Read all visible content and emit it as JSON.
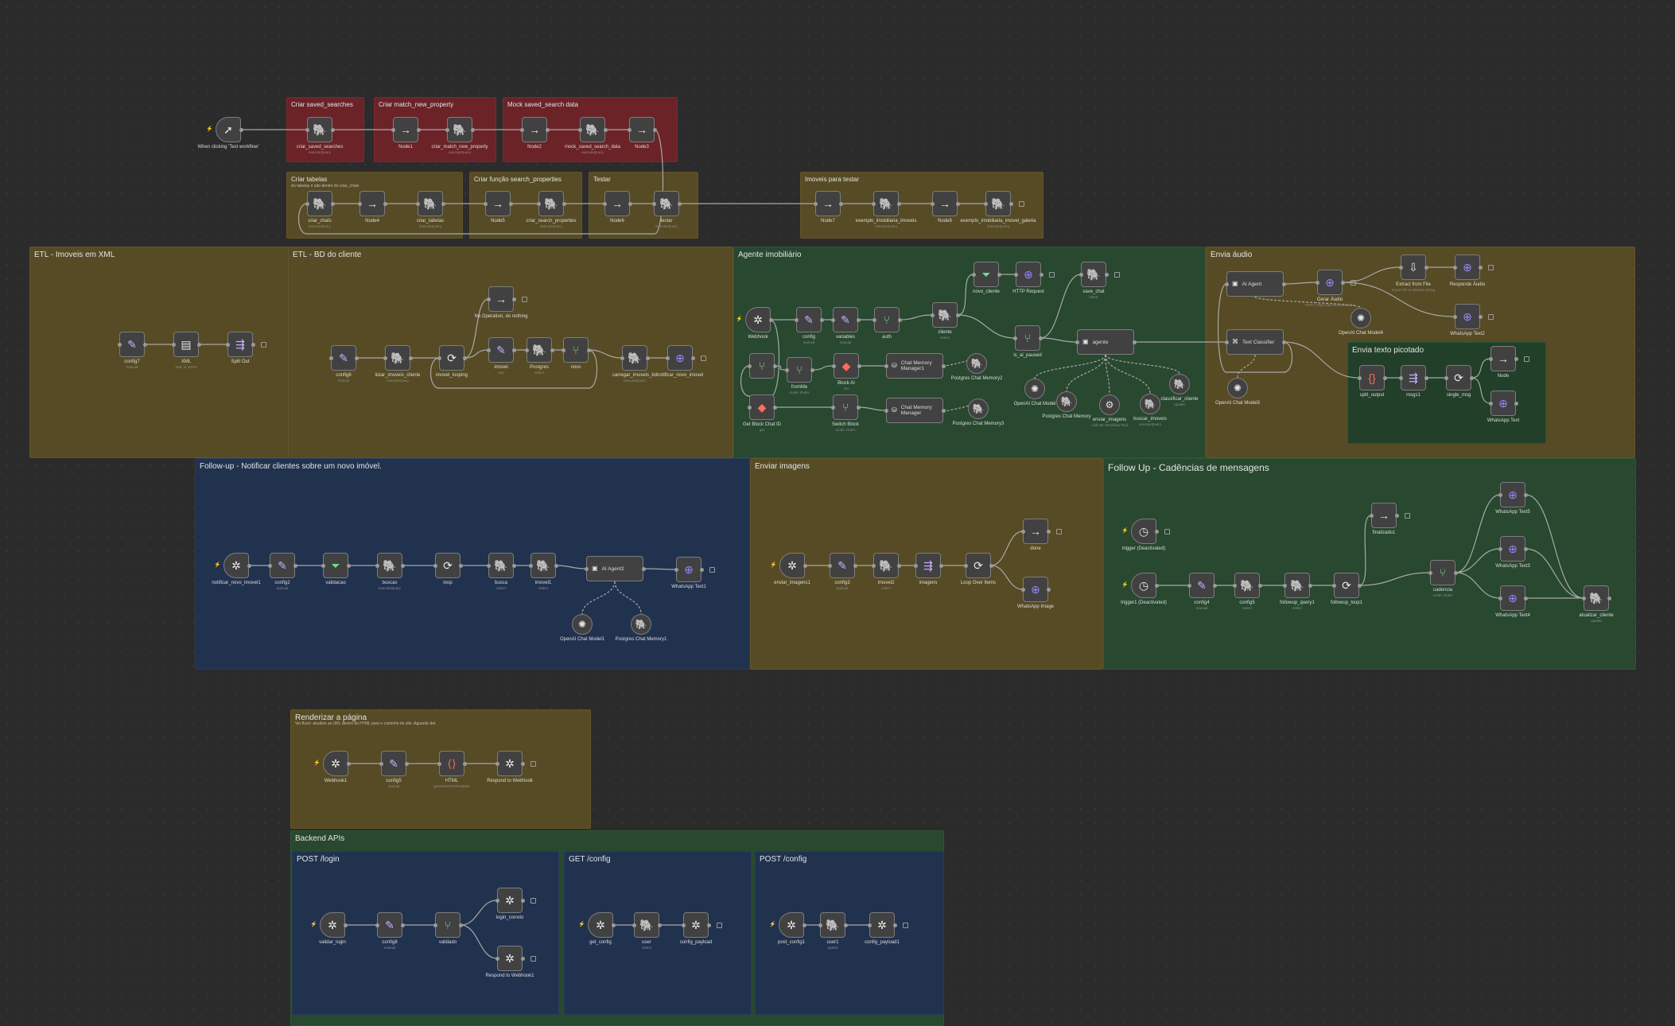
{
  "groups": [
    {
      "id": "g-criar-saved-searches",
      "title": "Criar saved_searches",
      "subtitle": "",
      "color": "red"
    },
    {
      "id": "g-criar-match",
      "title": "Criar match_new_property",
      "subtitle": "",
      "color": "red"
    },
    {
      "id": "g-mock-saved",
      "title": "Mock saved_search data",
      "subtitle": "",
      "color": "red"
    },
    {
      "id": "g-criar-tabelas",
      "title": "Criar tabelas",
      "subtitle": "As tabelas é são dentro do criar_chats",
      "color": "yellow"
    },
    {
      "id": "g-criar-funcao",
      "title": "Criar função search_properties",
      "subtitle": "",
      "color": "yellow"
    },
    {
      "id": "g-testar",
      "title": "Testar",
      "subtitle": "",
      "color": "yellow"
    },
    {
      "id": "g-imoveis-testar",
      "title": "Imoveis para testar",
      "subtitle": "",
      "color": "yellow"
    },
    {
      "id": "g-etl-xml",
      "title": "ETL - Imoveis em XML",
      "subtitle": "",
      "color": "yellow"
    },
    {
      "id": "g-etl-bd",
      "title": "ETL - BD do cliente",
      "subtitle": "",
      "color": "yellow"
    },
    {
      "id": "g-agente",
      "title": "Agente imobiliário",
      "subtitle": "",
      "color": "green"
    },
    {
      "id": "g-envia-audio",
      "title": "Envia áudio",
      "subtitle": "",
      "color": "yellow"
    },
    {
      "id": "g-envia-texto",
      "title": "Envia texto picotado",
      "subtitle": "",
      "color": "green"
    },
    {
      "id": "g-followup",
      "title": "Follow-up - Notificar clientes sobre um novo imóvel.",
      "subtitle": "",
      "color": "blue"
    },
    {
      "id": "g-enviar-imagens",
      "title": "Enviar imagens",
      "subtitle": "",
      "color": "yellow"
    },
    {
      "id": "g-followup-cad",
      "title": "Follow Up - Cadências de mensagens",
      "subtitle": "",
      "color": "green"
    },
    {
      "id": "g-renderizar",
      "title": "Renderizar a página",
      "subtitle": "Ver fluxo: atualize as URL dentro do HTML para o caminho do site. Aguarde del.",
      "color": "yellow"
    },
    {
      "id": "g-backend",
      "title": "Backend APIs",
      "subtitle": "",
      "color": "green"
    },
    {
      "id": "g-post-login",
      "title": "POST /login",
      "subtitle": "",
      "color": "blue"
    },
    {
      "id": "g-get-config",
      "title": "GET /config",
      "subtitle": "",
      "color": "blue"
    },
    {
      "id": "g-post-config",
      "title": "POST /config",
      "subtitle": "",
      "color": "blue"
    }
  ],
  "nodes": [
    {
      "id": "n1",
      "label": "When clicking 'Test workflow'",
      "sub": "",
      "icon": "cursor-icon",
      "kind": "round"
    },
    {
      "id": "n2",
      "label": "criar_saved_searches",
      "sub": "executeQuery",
      "icon": "postgres-icon"
    },
    {
      "id": "n3",
      "label": "Node1",
      "sub": "",
      "icon": "arrow-right-icon"
    },
    {
      "id": "n4",
      "label": "criar_match_new_property",
      "sub": "executeQuery",
      "icon": "postgres-icon"
    },
    {
      "id": "n5",
      "label": "Node2",
      "sub": "",
      "icon": "arrow-right-icon"
    },
    {
      "id": "n6",
      "label": "mock_saved_search_data",
      "sub": "executeQuery",
      "icon": "postgres-icon"
    },
    {
      "id": "n7",
      "label": "Node3",
      "sub": "",
      "icon": "arrow-right-icon"
    },
    {
      "id": "n8",
      "label": "criar_chats",
      "sub": "executeQuery",
      "icon": "postgres-icon"
    },
    {
      "id": "n9",
      "label": "Node4",
      "sub": "",
      "icon": "arrow-right-icon"
    },
    {
      "id": "n10",
      "label": "criar_tabelas",
      "sub": "executeQuery",
      "icon": "postgres-icon"
    },
    {
      "id": "n11",
      "label": "Node5",
      "sub": "",
      "icon": "arrow-right-icon"
    },
    {
      "id": "n12",
      "label": "criar_search_properties",
      "sub": "executeQuery",
      "icon": "postgres-icon"
    },
    {
      "id": "n13",
      "label": "Node6",
      "sub": "",
      "icon": "arrow-right-icon"
    },
    {
      "id": "n14",
      "label": "testar",
      "sub": "executeQuery",
      "icon": "postgres-icon"
    },
    {
      "id": "n15",
      "label": "Node7",
      "sub": "",
      "icon": "arrow-right-icon"
    },
    {
      "id": "n16",
      "label": "exemplo_imobiliaria_imoveis",
      "sub": "executeQuery",
      "icon": "postgres-icon"
    },
    {
      "id": "n17",
      "label": "Node8",
      "sub": "",
      "icon": "arrow-right-icon"
    },
    {
      "id": "n18",
      "label": "exemplo_imobiliaria_imovel_galeria",
      "sub": "executeQuery",
      "icon": "postgres-icon"
    },
    {
      "id": "n19",
      "label": "config7",
      "sub": "manual",
      "icon": "pencil-icon"
    },
    {
      "id": "n20",
      "label": "XML",
      "sub": "XML to JSON",
      "icon": "file-icon"
    },
    {
      "id": "n21",
      "label": "Split Out",
      "sub": "",
      "icon": "split-icon"
    },
    {
      "id": "n22",
      "label": "config6",
      "sub": "manual",
      "icon": "pencil-icon"
    },
    {
      "id": "n23",
      "label": "listar_imoveis_cliente",
      "sub": "executeQuery",
      "icon": "postgres-icon"
    },
    {
      "id": "n24",
      "label": "imovel_looping",
      "sub": "",
      "icon": "loop-icon"
    },
    {
      "id": "n25",
      "label": "No Operation, do nothing",
      "sub": "",
      "icon": "arrow-right-icon"
    },
    {
      "id": "n26",
      "label": "imovel",
      "sub": "raw",
      "icon": "pencil-icon"
    },
    {
      "id": "n27",
      "label": "Postgres",
      "sub": "select",
      "icon": "postgres-icon"
    },
    {
      "id": "n28",
      "label": "novo",
      "sub": "",
      "icon": "switch-icon"
    },
    {
      "id": "n29",
      "label": "carregar_imoveis_bd",
      "sub": "executeQuery",
      "icon": "postgres-icon"
    },
    {
      "id": "n30",
      "label": "notificar_novo_imovel",
      "sub": "",
      "icon": "globe-icon"
    },
    {
      "id": "n31",
      "label": "Webhook",
      "sub": "",
      "icon": "webhook-icon",
      "kind": "round"
    },
    {
      "id": "n32",
      "label": "config",
      "sub": "manual",
      "icon": "pencil-icon"
    },
    {
      "id": "n33",
      "label": "variables",
      "sub": "manual",
      "icon": "pencil-icon"
    },
    {
      "id": "n34",
      "label": "auth",
      "sub": "",
      "icon": "switch-icon"
    },
    {
      "id": "n35",
      "label": "cliente",
      "sub": "select",
      "icon": "postgres-icon"
    },
    {
      "id": "n36",
      "label": "novo_cliente",
      "sub": "",
      "icon": "filter-icon"
    },
    {
      "id": "n37",
      "label": "HTTP Request",
      "sub": "",
      "icon": "globe-icon"
    },
    {
      "id": "n38",
      "label": "save_chat",
      "sub": "insert",
      "icon": "postgres-icon"
    },
    {
      "id": "n39",
      "label": "is_ai_paused",
      "sub": "",
      "icon": "switch-icon"
    },
    {
      "id": "n40",
      "label": "agente",
      "sub": "",
      "icon": "robot-icon",
      "kind": "wide"
    },
    {
      "id": "n41",
      "label": "",
      "sub": "",
      "icon": "switch-icon"
    },
    {
      "id": "n42",
      "label": "fromMe",
      "sub": "mode: Rules",
      "icon": "switch-icon"
    },
    {
      "id": "n43",
      "label": "Block AI",
      "sub": "set",
      "icon": "redis-icon"
    },
    {
      "id": "n44",
      "label": "Chat Memory Manager1",
      "sub": "",
      "icon": "database-icon",
      "kind": "wide"
    },
    {
      "id": "n45",
      "label": "Postgres Chat Memory2",
      "sub": "",
      "icon": "postgres-icon",
      "kind": "circle"
    },
    {
      "id": "n46",
      "label": "Get Block Chat ID",
      "sub": "get",
      "icon": "redis-icon"
    },
    {
      "id": "n47",
      "label": "Switch Block",
      "sub": "mode: Rules",
      "icon": "switch-icon"
    },
    {
      "id": "n48",
      "label": "Chat Memory Manager",
      "sub": "",
      "icon": "database-icon",
      "kind": "wide"
    },
    {
      "id": "n49",
      "label": "Postgres Chat Memory3",
      "sub": "",
      "icon": "postgres-icon",
      "kind": "circle"
    },
    {
      "id": "n50",
      "label": "OpenAI Chat Model",
      "sub": "",
      "icon": "openai-icon",
      "kind": "circle"
    },
    {
      "id": "n51",
      "label": "Postgres Chat Memory",
      "sub": "",
      "icon": "postgres-icon",
      "kind": "circle"
    },
    {
      "id": "n52",
      "label": "enviar_imagens",
      "sub": "Call n8n Workflow Tool",
      "icon": "tool-icon",
      "kind": "circle"
    },
    {
      "id": "n53",
      "label": "buscar_imoveis",
      "sub": "executeQuery",
      "icon": "postgres-icon",
      "kind": "circle"
    },
    {
      "id": "n54",
      "label": "classificar_cliente",
      "sub": "update",
      "icon": "postgres-icon",
      "kind": "circle"
    },
    {
      "id": "n55",
      "label": "AI Agent",
      "sub": "",
      "icon": "robot-icon",
      "kind": "wide"
    },
    {
      "id": "n56",
      "label": "Gerar Áudio",
      "sub": "POST: https://api.elevenlabs.io/",
      "icon": "globe-icon"
    },
    {
      "id": "n57",
      "label": "OpenAI Chat Model4",
      "sub": "",
      "icon": "openai-icon",
      "kind": "circle"
    },
    {
      "id": "n58",
      "label": "Extract from File",
      "sub": "Move File to Base64 String",
      "icon": "extract-icon"
    },
    {
      "id": "n59",
      "label": "Responde Áudio",
      "sub": "",
      "icon": "globe-icon"
    },
    {
      "id": "n60",
      "label": "WhatsApp Text2",
      "sub": "",
      "icon": "globe-icon"
    },
    {
      "id": "n61",
      "label": "Text Classifier",
      "sub": "",
      "icon": "classifier-icon",
      "kind": "wide"
    },
    {
      "id": "n62",
      "label": "OpenAI Chat Model3",
      "sub": "",
      "icon": "openai-icon",
      "kind": "circle"
    },
    {
      "id": "n63",
      "label": "split_output",
      "sub": "",
      "icon": "code-icon"
    },
    {
      "id": "n64",
      "label": "msgs1",
      "sub": "",
      "icon": "split-icon"
    },
    {
      "id": "n65",
      "label": "single_msg",
      "sub": "",
      "icon": "loop-icon"
    },
    {
      "id": "n66",
      "label": "Node",
      "sub": "",
      "icon": "arrow-right-icon"
    },
    {
      "id": "n67",
      "label": "WhatsApp Text",
      "sub": "",
      "icon": "globe-icon"
    },
    {
      "id": "n68",
      "label": "notificar_novo_imovel1",
      "sub": "",
      "icon": "webhook-icon",
      "kind": "round"
    },
    {
      "id": "n69",
      "label": "config2",
      "sub": "manual",
      "icon": "pencil-icon"
    },
    {
      "id": "n70",
      "label": "validacao",
      "sub": "",
      "icon": "filter-icon"
    },
    {
      "id": "n71",
      "label": "buscas",
      "sub": "executeQuery",
      "icon": "postgres-icon"
    },
    {
      "id": "n72",
      "label": "loop",
      "sub": "",
      "icon": "loop-icon"
    },
    {
      "id": "n73",
      "label": "busca",
      "sub": "select",
      "icon": "postgres-icon"
    },
    {
      "id": "n74",
      "label": "imovel1",
      "sub": "select",
      "icon": "postgres-icon"
    },
    {
      "id": "n75",
      "label": "AI Agent2",
      "sub": "",
      "icon": "robot-icon",
      "kind": "wide"
    },
    {
      "id": "n76",
      "label": "WhatsApp Text1",
      "sub": "",
      "icon": "globe-icon"
    },
    {
      "id": "n77",
      "label": "OpenAI Chat Model1",
      "sub": "",
      "icon": "openai-icon",
      "kind": "circle"
    },
    {
      "id": "n78",
      "label": "Postgres Chat Memory1",
      "sub": "",
      "icon": "postgres-icon",
      "kind": "circle"
    },
    {
      "id": "n79",
      "label": "enviar_imagens1",
      "sub": "",
      "icon": "webhook-icon",
      "kind": "round"
    },
    {
      "id": "n80",
      "label": "config3",
      "sub": "manual",
      "icon": "pencil-icon"
    },
    {
      "id": "n81",
      "label": "imovel2",
      "sub": "select",
      "icon": "postgres-icon"
    },
    {
      "id": "n82",
      "label": "imagens",
      "sub": "",
      "icon": "split-icon"
    },
    {
      "id": "n83",
      "label": "Loop Over Items",
      "sub": "",
      "icon": "loop-icon"
    },
    {
      "id": "n84",
      "label": "done",
      "sub": "",
      "icon": "arrow-right-icon"
    },
    {
      "id": "n85",
      "label": "WhatsApp Image",
      "sub": "",
      "icon": "globe-icon"
    },
    {
      "id": "n86",
      "label": "trigger (Deactivated)",
      "sub": "",
      "icon": "clock-icon",
      "kind": "round"
    },
    {
      "id": "n87",
      "label": "trigger1 (Deactivated)",
      "sub": "",
      "icon": "clock-icon",
      "kind": "round"
    },
    {
      "id": "n88",
      "label": "config4",
      "sub": "manual",
      "icon": "pencil-icon"
    },
    {
      "id": "n89",
      "label": "config5",
      "sub": "select",
      "icon": "postgres-icon"
    },
    {
      "id": "n90",
      "label": "followup_query1",
      "sub": "select",
      "icon": "postgres-icon"
    },
    {
      "id": "n91",
      "label": "followup_loop1",
      "sub": "",
      "icon": "loop-icon"
    },
    {
      "id": "n92",
      "label": "finalizado1",
      "sub": "",
      "icon": "arrow-right-icon"
    },
    {
      "id": "n93",
      "label": "cadencia",
      "sub": "mode: Rules",
      "icon": "switch-icon"
    },
    {
      "id": "n94",
      "label": "WhatsApp Text5",
      "sub": "",
      "icon": "globe-icon"
    },
    {
      "id": "n95",
      "label": "WhatsApp Text3",
      "sub": "",
      "icon": "globe-icon"
    },
    {
      "id": "n96",
      "label": "WhatsApp Text4",
      "sub": "",
      "icon": "globe-icon"
    },
    {
      "id": "n97",
      "label": "atualizar_cliente",
      "sub": "update",
      "icon": "postgres-icon"
    },
    {
      "id": "n98",
      "label": "Webhook1",
      "sub": "",
      "icon": "webhook-icon",
      "kind": "round"
    },
    {
      "id": "n99",
      "label": "config5",
      "sub": "manual",
      "icon": "pencil-icon"
    },
    {
      "id": "n100",
      "label": "HTML",
      "sub": "generateHtmlTemplate",
      "icon": "html-icon"
    },
    {
      "id": "n101",
      "label": "Respond to Webhook",
      "sub": "",
      "icon": "webhook-icon"
    },
    {
      "id": "n102",
      "label": "validar_login",
      "sub": "",
      "icon": "webhook-icon",
      "kind": "round"
    },
    {
      "id": "n103",
      "label": "config8",
      "sub": "manual",
      "icon": "pencil-icon"
    },
    {
      "id": "n104",
      "label": "validado",
      "sub": "",
      "icon": "switch-icon"
    },
    {
      "id": "n105",
      "label": "login_correto",
      "sub": "",
      "icon": "webhook-icon"
    },
    {
      "id": "n106",
      "label": "Respond to Webhook1",
      "sub": "",
      "icon": "webhook-icon"
    },
    {
      "id": "n107",
      "label": "get_config",
      "sub": "",
      "icon": "webhook-icon",
      "kind": "round"
    },
    {
      "id": "n108",
      "label": "user",
      "sub": "select",
      "icon": "postgres-icon"
    },
    {
      "id": "n109",
      "label": "config_payload",
      "sub": "",
      "icon": "webhook-icon"
    },
    {
      "id": "n110",
      "label": "post_config1",
      "sub": "",
      "icon": "webhook-icon",
      "kind": "round"
    },
    {
      "id": "n111",
      "label": "user1",
      "sub": "upsert",
      "icon": "postgres-icon"
    },
    {
      "id": "n112",
      "label": "config_payload1",
      "sub": "",
      "icon": "webhook-icon"
    }
  ],
  "icons": {
    "cursor-icon": "➚",
    "postgres-icon": "🐘",
    "arrow-right-icon": "→",
    "pencil-icon": "✎",
    "file-icon": "▤",
    "split-icon": "⇶",
    "loop-icon": "⟳",
    "switch-icon": "⑂",
    "globe-icon": "⊕",
    "webhook-icon": "✲",
    "filter-icon": "⏷",
    "robot-icon": "▣",
    "redis-icon": "◆",
    "database-icon": "⛁",
    "openai-icon": "✺",
    "tool-icon": "⚙",
    "extract-icon": "⇩",
    "classifier-icon": "⌘",
    "code-icon": "{}",
    "clock-icon": "◷",
    "html-icon": "⟨⟩"
  },
  "colors": {
    "canvas": "#2b2b2b",
    "group_yellow": "#564b24",
    "group_green": "#284830",
    "group_blue": "#21324e",
    "group_red": "#6b2328",
    "node_bg": "#414141",
    "node_border": "#7d7d7d",
    "wire": "#a8a8a8",
    "trigger": "#ff6d5a"
  }
}
